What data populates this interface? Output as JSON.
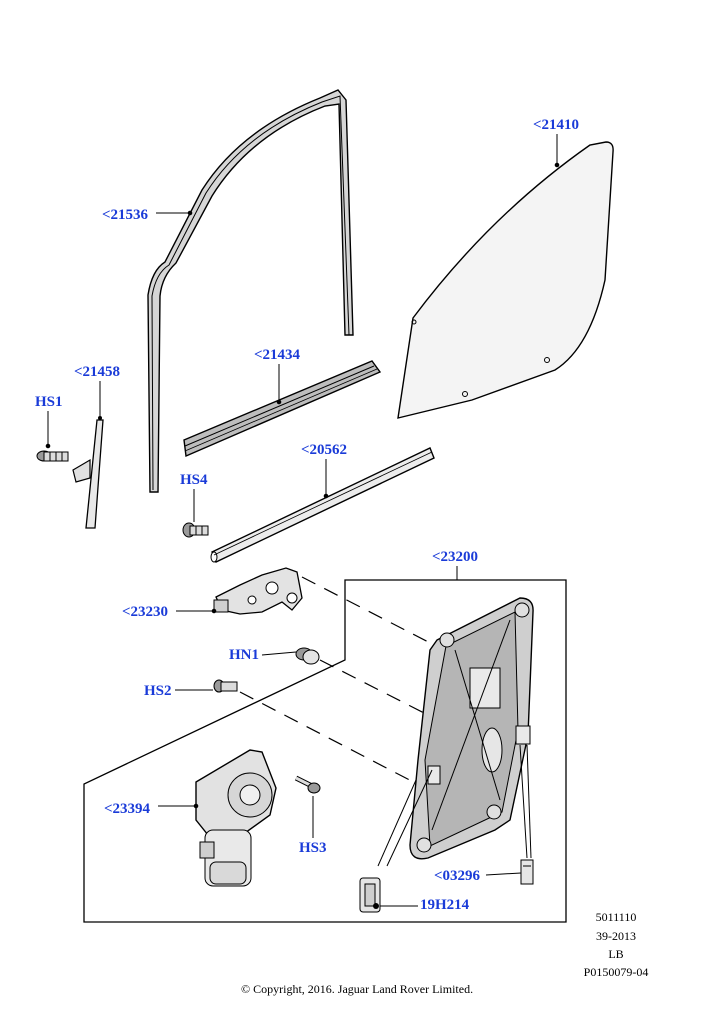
{
  "callouts": {
    "c21410": "<21410",
    "c21536": "<21536",
    "c21458": "<21458",
    "c21434": "<21434",
    "c20562": "<20562",
    "c23200": "<23200",
    "c23230": "<23230",
    "c23394": "<23394",
    "c03296": "<03296",
    "hs1": "HS1",
    "hs2": "HS2",
    "hs3": "HS3",
    "hs4": "HS4",
    "hn1": "HN1",
    "h19h214": "19H214"
  },
  "meta": {
    "code": "5011110",
    "date": "39-2013",
    "side": "LB",
    "ref": "P0150079-04"
  },
  "copyright": "© Copyright, 2016. Jaguar Land Rover Limited.",
  "colors": {
    "callout": "#1a3bd8",
    "line": "#000000",
    "part_fill": "#e9e9e9",
    "shade": "#b9b9b9"
  }
}
